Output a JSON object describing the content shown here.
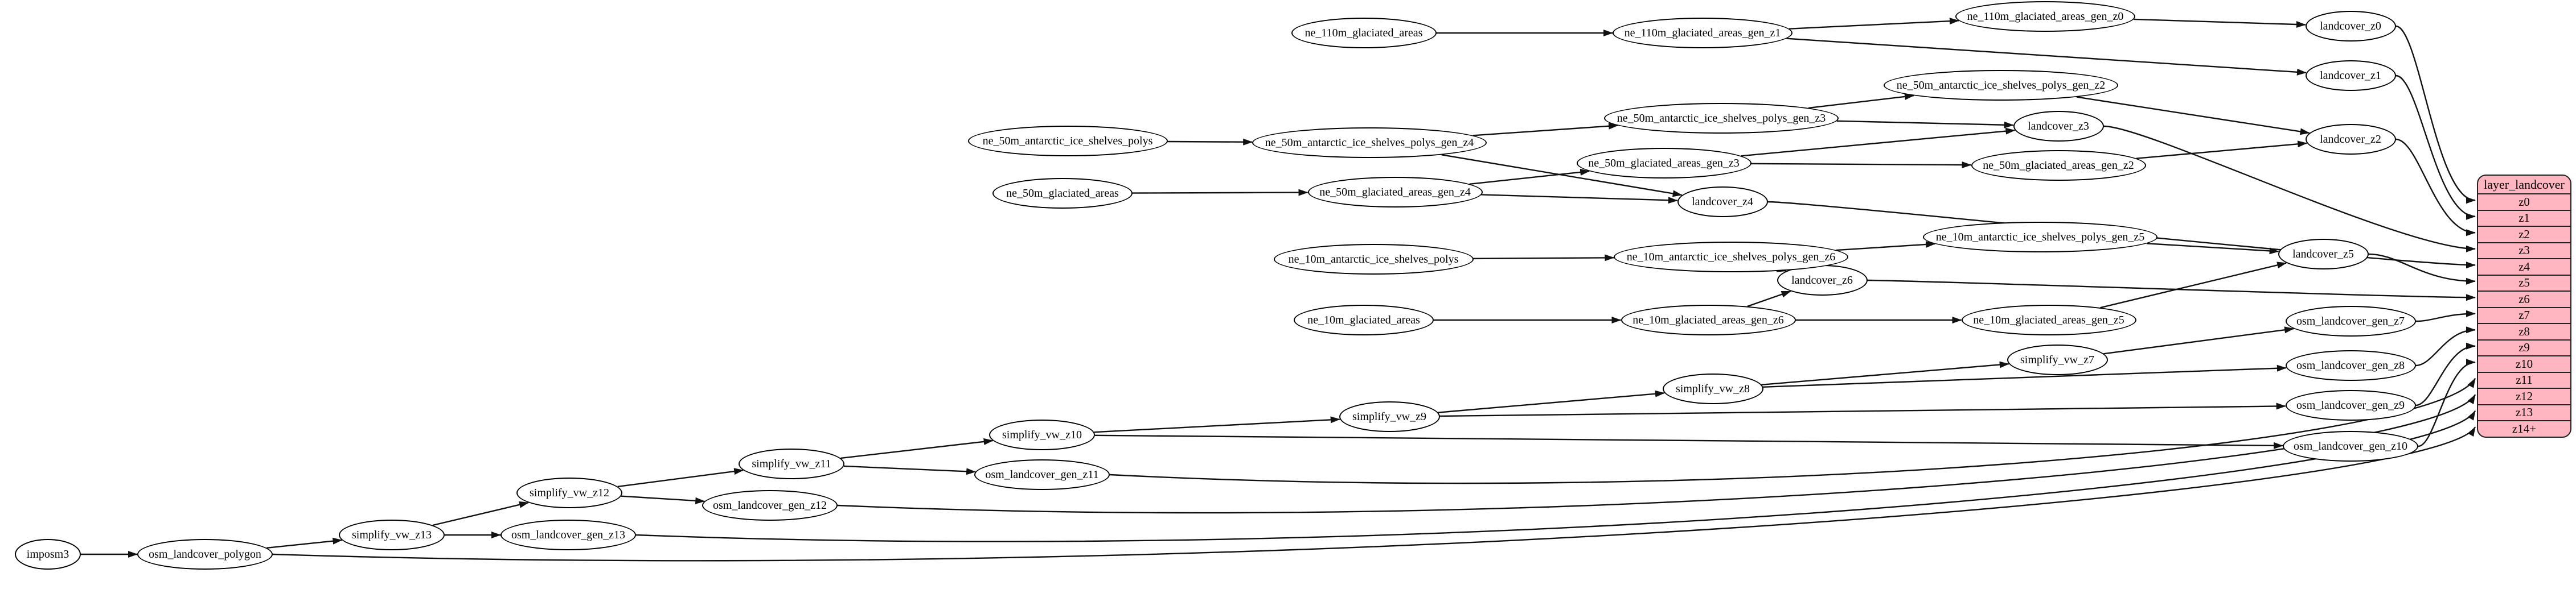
{
  "diagram": {
    "background": "#ffffff",
    "node_fill": "#ffffff",
    "node_stroke": "#000000",
    "edge_color": "#111111"
  },
  "table": {
    "title": "layer_landcover",
    "fill": "#ffb6c1",
    "stroke": "#222222",
    "rows": [
      "z0",
      "z1",
      "z2",
      "z3",
      "z4",
      "z5",
      "z6",
      "z7",
      "z8",
      "z9",
      "z10",
      "z11",
      "z12",
      "z13",
      "z14+"
    ]
  },
  "nodes": [
    {
      "id": "imposm3",
      "label": "imposm3"
    },
    {
      "id": "osm_landcover_polygon",
      "label": "osm_landcover_polygon"
    },
    {
      "id": "simplify_vw_z13",
      "label": "simplify_vw_z13"
    },
    {
      "id": "osm_landcover_gen_z13",
      "label": "osm_landcover_gen_z13"
    },
    {
      "id": "simplify_vw_z12",
      "label": "simplify_vw_z12"
    },
    {
      "id": "osm_landcover_gen_z12",
      "label": "osm_landcover_gen_z12"
    },
    {
      "id": "simplify_vw_z11",
      "label": "simplify_vw_z11"
    },
    {
      "id": "osm_landcover_gen_z11",
      "label": "osm_landcover_gen_z11"
    },
    {
      "id": "simplify_vw_z10",
      "label": "simplify_vw_z10"
    },
    {
      "id": "simplify_vw_z9",
      "label": "simplify_vw_z9"
    },
    {
      "id": "simplify_vw_z8",
      "label": "simplify_vw_z8"
    },
    {
      "id": "simplify_vw_z7",
      "label": "simplify_vw_z7"
    },
    {
      "id": "osm_landcover_gen_z10",
      "label": "osm_landcover_gen_z10"
    },
    {
      "id": "osm_landcover_gen_z9",
      "label": "osm_landcover_gen_z9"
    },
    {
      "id": "osm_landcover_gen_z8",
      "label": "osm_landcover_gen_z8"
    },
    {
      "id": "osm_landcover_gen_z7",
      "label": "osm_landcover_gen_z7"
    },
    {
      "id": "ne_10m_glaciated_areas",
      "label": "ne_10m_glaciated_areas"
    },
    {
      "id": "ne_10m_glaciated_areas_gen_z6",
      "label": "ne_10m_glaciated_areas_gen_z6"
    },
    {
      "id": "ne_10m_glaciated_areas_gen_z5",
      "label": "ne_10m_glaciated_areas_gen_z5"
    },
    {
      "id": "landcover_z6",
      "label": "landcover_z6"
    },
    {
      "id": "ne_10m_antarctic_ice_shelves_polys",
      "label": "ne_10m_antarctic_ice_shelves_polys"
    },
    {
      "id": "ne_10m_antarctic_ice_shelves_polys_gen_z6",
      "label": "ne_10m_antarctic_ice_shelves_polys_gen_z6"
    },
    {
      "id": "ne_10m_antarctic_ice_shelves_polys_gen_z5",
      "label": "ne_10m_antarctic_ice_shelves_polys_gen_z5"
    },
    {
      "id": "landcover_z5",
      "label": "landcover_z5"
    },
    {
      "id": "ne_50m_glaciated_areas",
      "label": "ne_50m_glaciated_areas"
    },
    {
      "id": "ne_50m_glaciated_areas_gen_z4",
      "label": "ne_50m_glaciated_areas_gen_z4"
    },
    {
      "id": "landcover_z4",
      "label": "landcover_z4"
    },
    {
      "id": "ne_50m_glaciated_areas_gen_z3",
      "label": "ne_50m_glaciated_areas_gen_z3"
    },
    {
      "id": "ne_50m_glaciated_areas_gen_z2",
      "label": "ne_50m_glaciated_areas_gen_z2"
    },
    {
      "id": "ne_50m_antarctic_ice_shelves_polys",
      "label": "ne_50m_antarctic_ice_shelves_polys"
    },
    {
      "id": "ne_50m_antarctic_ice_shelves_polys_gen_z4",
      "label": "ne_50m_antarctic_ice_shelves_polys_gen_z4"
    },
    {
      "id": "ne_50m_antarctic_ice_shelves_polys_gen_z3",
      "label": "ne_50m_antarctic_ice_shelves_polys_gen_z3"
    },
    {
      "id": "ne_50m_antarctic_ice_shelves_polys_gen_z2",
      "label": "ne_50m_antarctic_ice_shelves_polys_gen_z2"
    },
    {
      "id": "landcover_z3",
      "label": "landcover_z3"
    },
    {
      "id": "landcover_z2",
      "label": "landcover_z2"
    },
    {
      "id": "ne_110m_glaciated_areas",
      "label": "ne_110m_glaciated_areas"
    },
    {
      "id": "ne_110m_glaciated_areas_gen_z1",
      "label": "ne_110m_glaciated_areas_gen_z1"
    },
    {
      "id": "ne_110m_glaciated_areas_gen_z0",
      "label": "ne_110m_glaciated_areas_gen_z0"
    },
    {
      "id": "landcover_z0",
      "label": "landcover_z0"
    },
    {
      "id": "landcover_z1",
      "label": "landcover_z1"
    }
  ],
  "edges": [
    [
      "imposm3",
      "osm_landcover_polygon"
    ],
    [
      "osm_landcover_polygon",
      "simplify_vw_z13"
    ],
    [
      "osm_landcover_polygon",
      "row:z14+"
    ],
    [
      "simplify_vw_z13",
      "osm_landcover_gen_z13"
    ],
    [
      "simplify_vw_z13",
      "simplify_vw_z12"
    ],
    [
      "osm_landcover_gen_z13",
      "row:z13"
    ],
    [
      "simplify_vw_z12",
      "osm_landcover_gen_z12"
    ],
    [
      "simplify_vw_z12",
      "simplify_vw_z11"
    ],
    [
      "osm_landcover_gen_z12",
      "row:z12"
    ],
    [
      "simplify_vw_z11",
      "osm_landcover_gen_z11"
    ],
    [
      "simplify_vw_z11",
      "simplify_vw_z10"
    ],
    [
      "osm_landcover_gen_z11",
      "row:z11"
    ],
    [
      "simplify_vw_z10",
      "osm_landcover_gen_z10"
    ],
    [
      "simplify_vw_z10",
      "simplify_vw_z9"
    ],
    [
      "osm_landcover_gen_z10",
      "row:z10"
    ],
    [
      "simplify_vw_z9",
      "osm_landcover_gen_z9"
    ],
    [
      "simplify_vw_z9",
      "simplify_vw_z8"
    ],
    [
      "osm_landcover_gen_z9",
      "row:z9"
    ],
    [
      "simplify_vw_z8",
      "osm_landcover_gen_z8"
    ],
    [
      "simplify_vw_z8",
      "simplify_vw_z7"
    ],
    [
      "osm_landcover_gen_z8",
      "row:z8"
    ],
    [
      "simplify_vw_z7",
      "osm_landcover_gen_z7"
    ],
    [
      "osm_landcover_gen_z7",
      "row:z7"
    ],
    [
      "ne_10m_glaciated_areas",
      "ne_10m_glaciated_areas_gen_z6"
    ],
    [
      "ne_10m_glaciated_areas_gen_z6",
      "ne_10m_glaciated_areas_gen_z5"
    ],
    [
      "ne_10m_glaciated_areas_gen_z6",
      "landcover_z6"
    ],
    [
      "ne_10m_glaciated_areas_gen_z5",
      "landcover_z5"
    ],
    [
      "ne_10m_antarctic_ice_shelves_polys",
      "ne_10m_antarctic_ice_shelves_polys_gen_z6"
    ],
    [
      "ne_10m_antarctic_ice_shelves_polys_gen_z6",
      "ne_10m_antarctic_ice_shelves_polys_gen_z5"
    ],
    [
      "ne_10m_antarctic_ice_shelves_polys_gen_z6",
      "landcover_z6"
    ],
    [
      "ne_10m_antarctic_ice_shelves_polys_gen_z5",
      "landcover_z5"
    ],
    [
      "landcover_z6",
      "row:z6"
    ],
    [
      "landcover_z5",
      "row:z5"
    ],
    [
      "ne_50m_glaciated_areas",
      "ne_50m_glaciated_areas_gen_z4"
    ],
    [
      "ne_50m_glaciated_areas_gen_z4",
      "ne_50m_glaciated_areas_gen_z3"
    ],
    [
      "ne_50m_glaciated_areas_gen_z4",
      "landcover_z4"
    ],
    [
      "ne_50m_glaciated_areas_gen_z3",
      "ne_50m_glaciated_areas_gen_z2"
    ],
    [
      "ne_50m_glaciated_areas_gen_z3",
      "landcover_z3"
    ],
    [
      "ne_50m_glaciated_areas_gen_z2",
      "landcover_z2"
    ],
    [
      "ne_50m_antarctic_ice_shelves_polys",
      "ne_50m_antarctic_ice_shelves_polys_gen_z4"
    ],
    [
      "ne_50m_antarctic_ice_shelves_polys_gen_z4",
      "ne_50m_antarctic_ice_shelves_polys_gen_z3"
    ],
    [
      "ne_50m_antarctic_ice_shelves_polys_gen_z4",
      "landcover_z4"
    ],
    [
      "ne_50m_antarctic_ice_shelves_polys_gen_z3",
      "ne_50m_antarctic_ice_shelves_polys_gen_z2"
    ],
    [
      "ne_50m_antarctic_ice_shelves_polys_gen_z3",
      "landcover_z3"
    ],
    [
      "ne_50m_antarctic_ice_shelves_polys_gen_z2",
      "landcover_z2"
    ],
    [
      "landcover_z4",
      "row:z4"
    ],
    [
      "landcover_z3",
      "row:z3"
    ],
    [
      "landcover_z2",
      "row:z2"
    ],
    [
      "ne_110m_glaciated_areas",
      "ne_110m_glaciated_areas_gen_z1"
    ],
    [
      "ne_110m_glaciated_areas_gen_z1",
      "ne_110m_glaciated_areas_gen_z0"
    ],
    [
      "ne_110m_glaciated_areas_gen_z1",
      "landcover_z1"
    ],
    [
      "ne_110m_glaciated_areas_gen_z0",
      "landcover_z0"
    ],
    [
      "landcover_z0",
      "row:z0"
    ],
    [
      "landcover_z1",
      "row:z1"
    ]
  ]
}
